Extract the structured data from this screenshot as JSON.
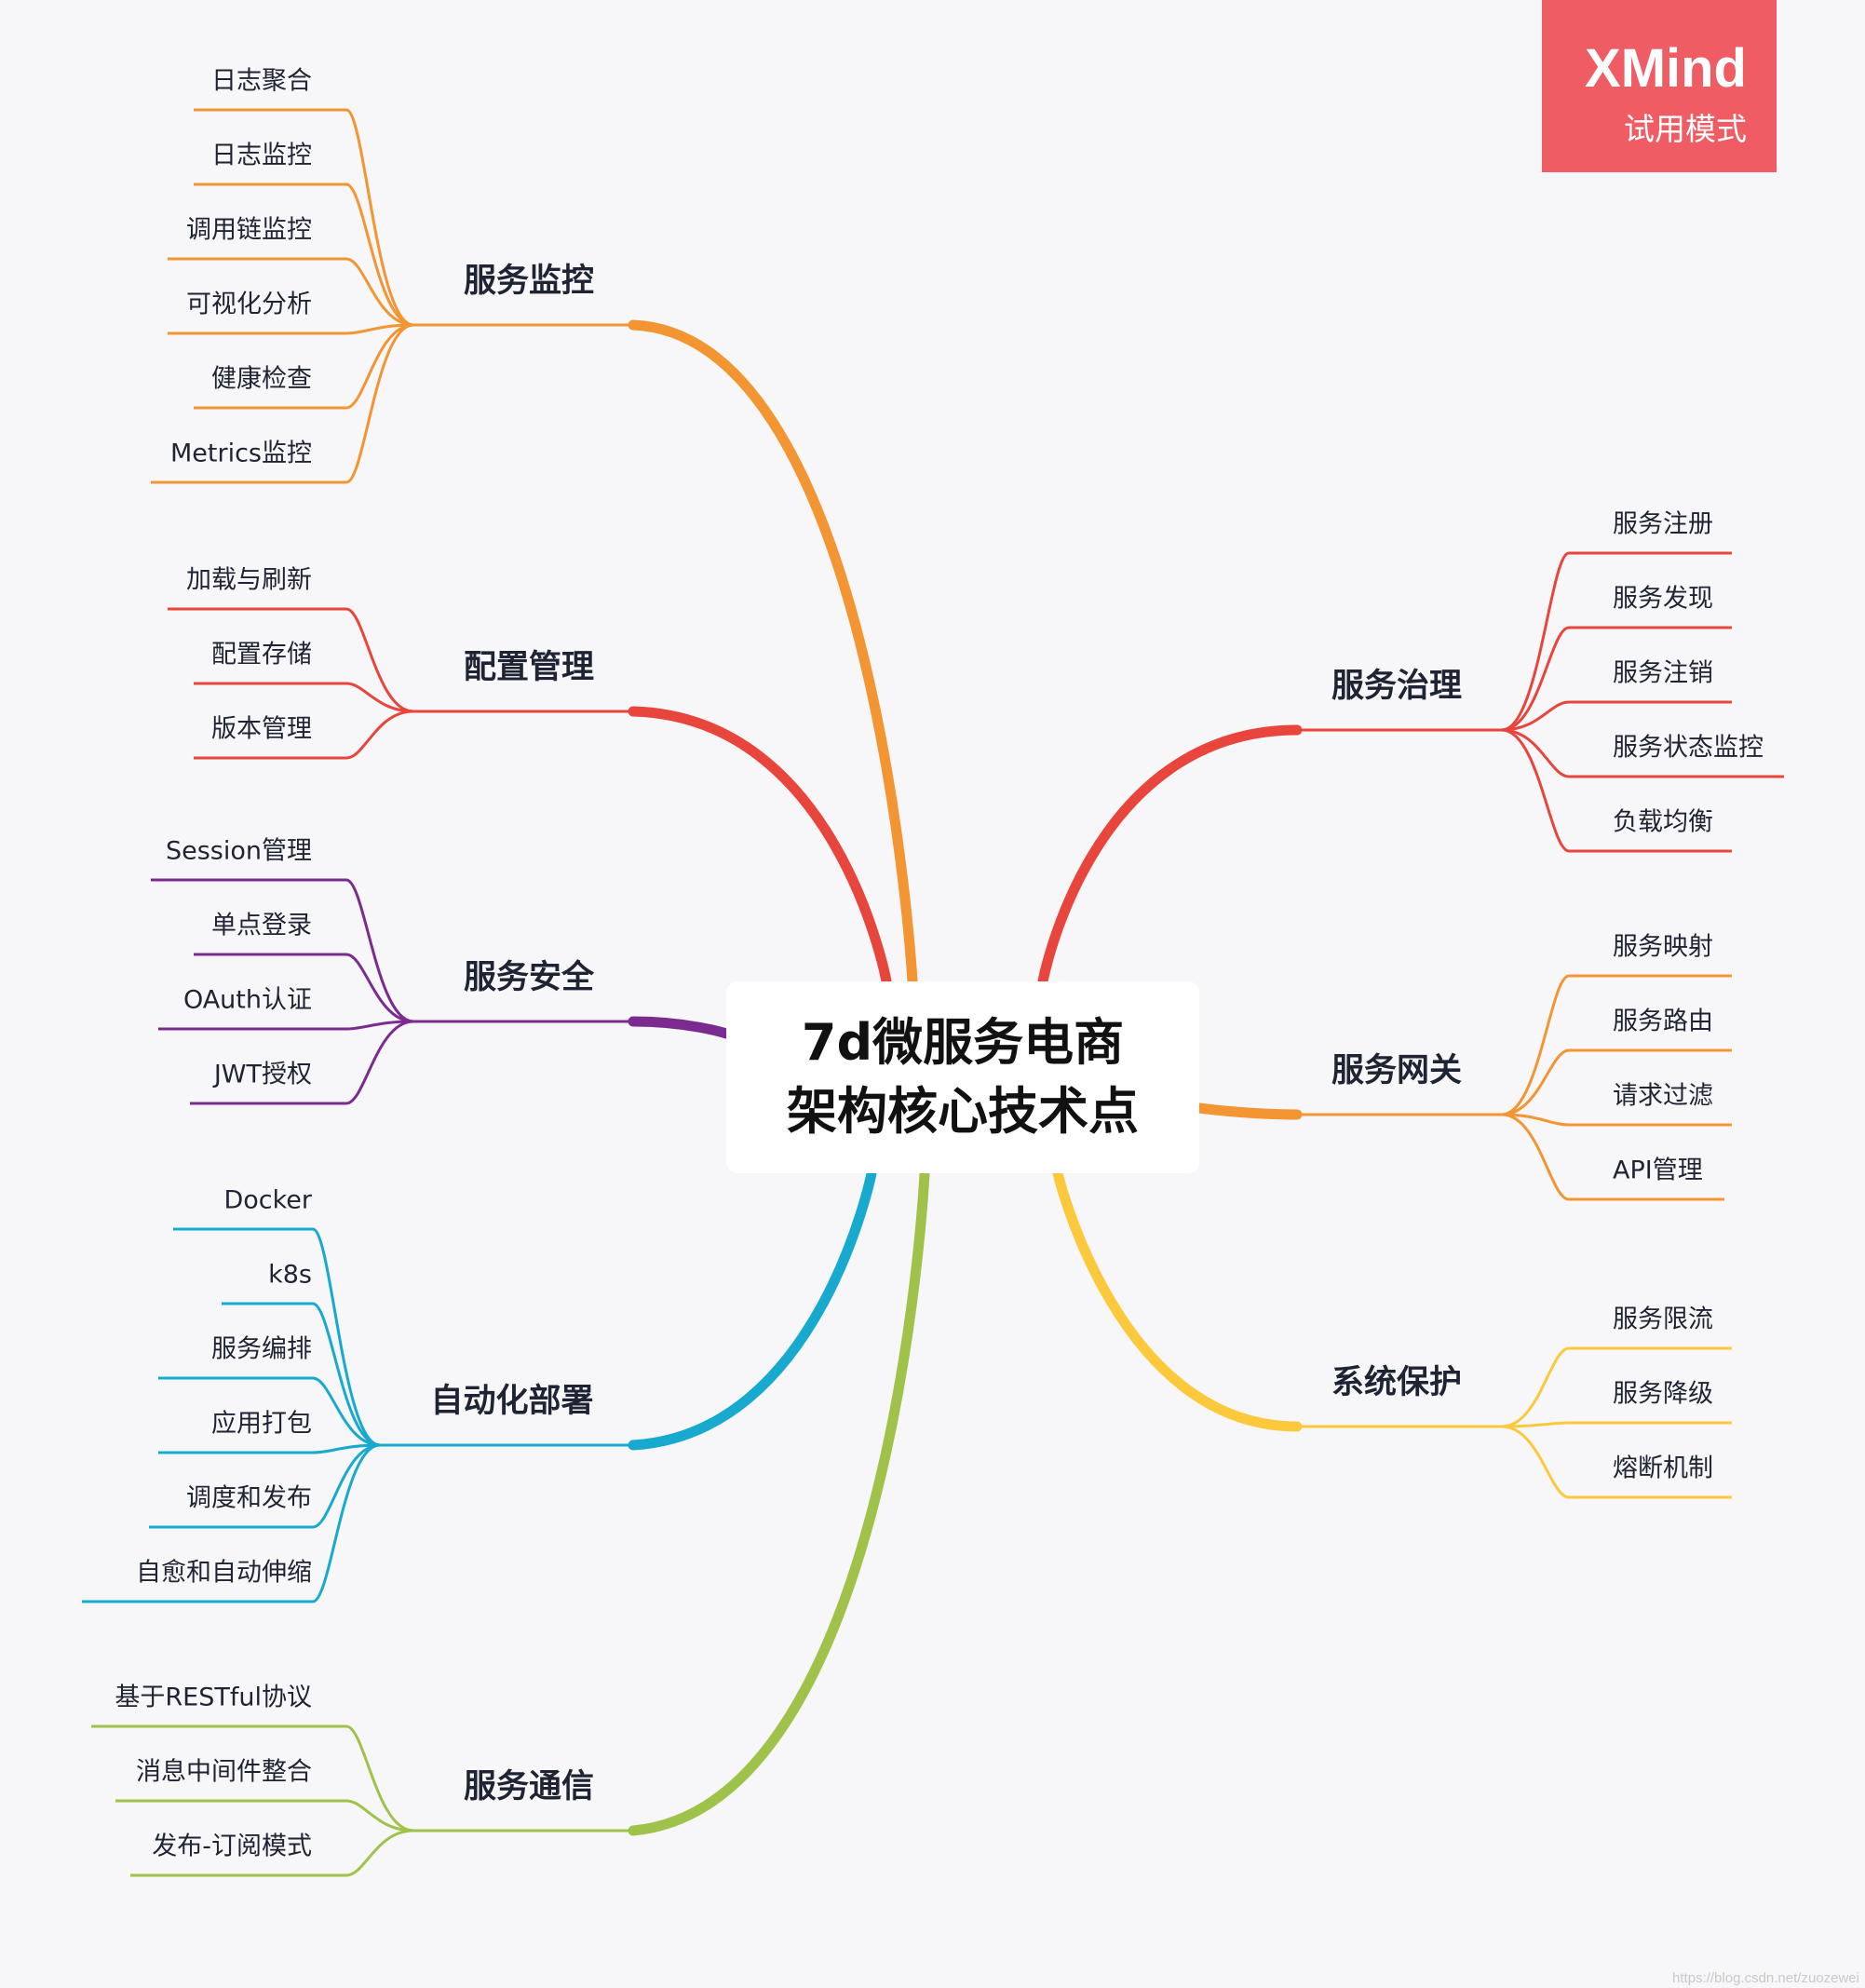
{
  "root": {
    "lines": [
      "7d微服务电商",
      "架构核心技术点"
    ]
  },
  "watermark": {
    "brand": "XMind",
    "mode": "试用模式"
  },
  "credit": "https://blog.csdn.net/zuozewei",
  "branches": [
    {
      "id": "monitor",
      "side": "left",
      "title": "服务监控",
      "color": "#f29532",
      "children": [
        "日志聚合",
        "日志监控",
        "调用链监控",
        "可视化分析",
        "健康检查",
        "Metrics监控"
      ]
    },
    {
      "id": "config",
      "side": "left",
      "title": "配置管理",
      "color": "#e8453c",
      "children": [
        "加载与刷新",
        "配置存储",
        "版本管理"
      ]
    },
    {
      "id": "security",
      "side": "left",
      "title": "服务安全",
      "color": "#7b2b8f",
      "children": [
        "Session管理",
        "单点登录",
        "OAuth认证",
        "JWT授权"
      ]
    },
    {
      "id": "deploy",
      "side": "left",
      "title": "自动化部署",
      "color": "#18a9cf",
      "children": [
        "Docker",
        "k8s",
        "服务编排",
        "应用打包",
        "调度和发布",
        "自愈和自动伸缩"
      ]
    },
    {
      "id": "comm",
      "side": "left",
      "title": "服务通信",
      "color": "#9fc34a",
      "children": [
        "基于RESTful协议",
        "消息中间件整合",
        "发布-订阅模式"
      ]
    },
    {
      "id": "govern",
      "side": "right",
      "title": "服务治理",
      "color": "#e8453c",
      "children": [
        "服务注册",
        "服务发现",
        "服务注销",
        "服务状态监控",
        "负载均衡"
      ]
    },
    {
      "id": "gateway",
      "side": "right",
      "title": "服务网关",
      "color": "#f29532",
      "children": [
        "服务映射",
        "服务路由",
        "请求过滤",
        "API管理"
      ]
    },
    {
      "id": "protect",
      "side": "right",
      "title": "系统保护",
      "color": "#fbc93b",
      "children": [
        "服务限流",
        "服务降级",
        "熔断机制"
      ]
    }
  ]
}
